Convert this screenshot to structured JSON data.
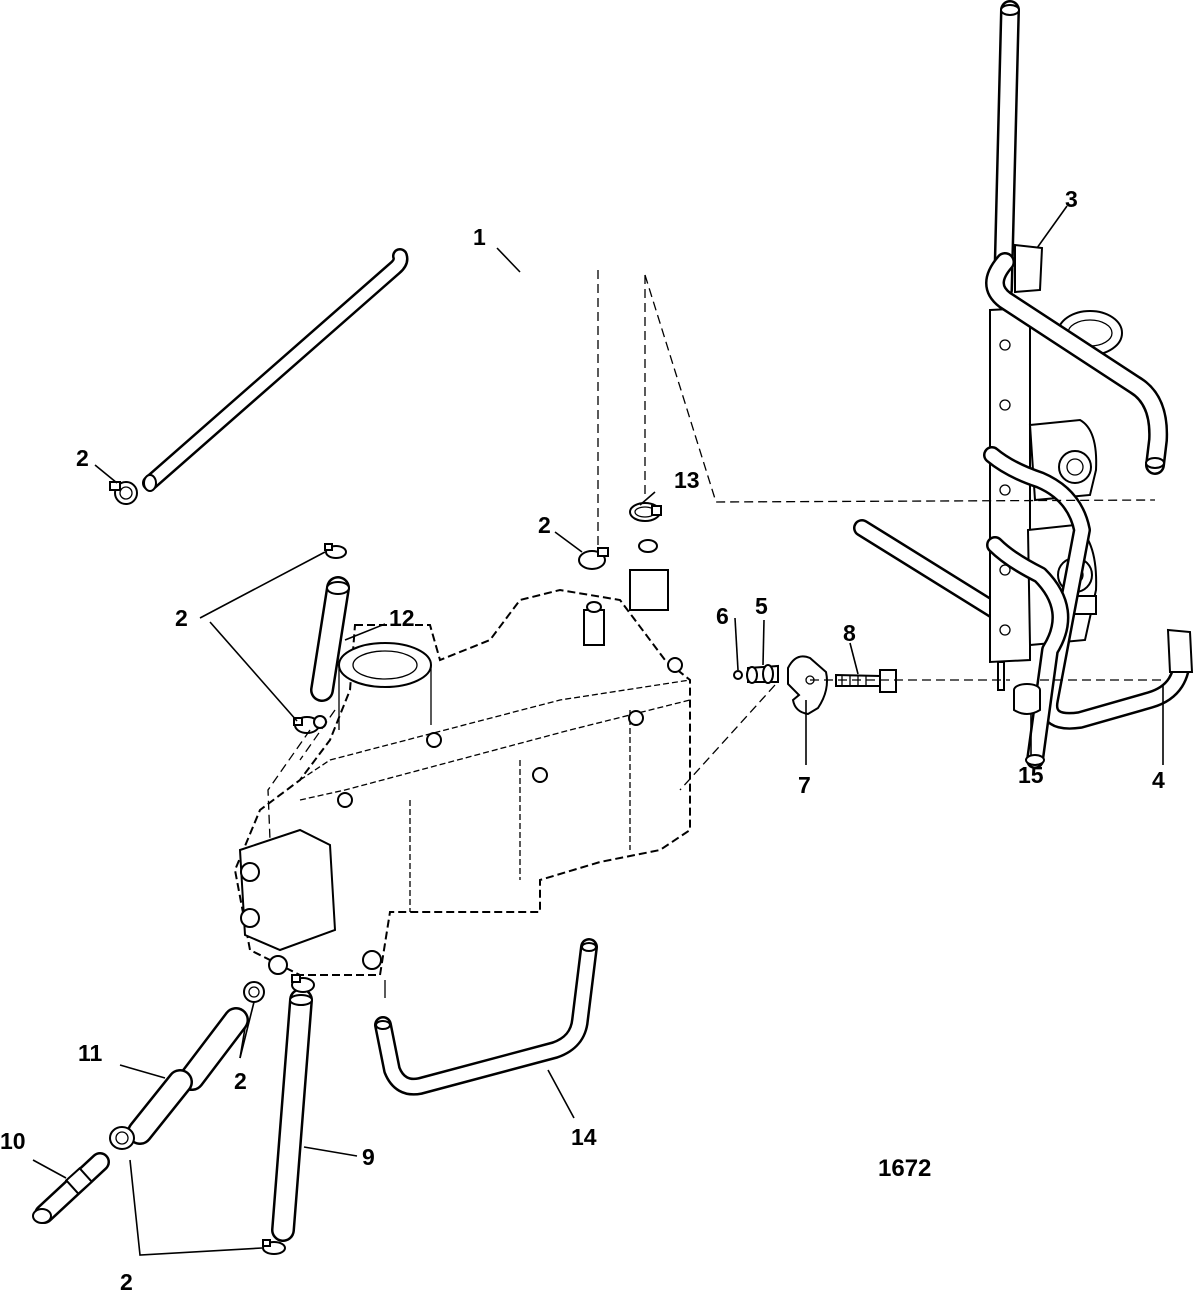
{
  "figure_number": "1672",
  "callouts": {
    "c1": "1",
    "c2a": "2",
    "c2b": "2",
    "c2c": "2",
    "c2d": "2",
    "c2e": "2",
    "c3": "3",
    "c4": "4",
    "c5": "5",
    "c6": "6",
    "c7": "7",
    "c8": "8",
    "c9": "9",
    "c10": "10",
    "c11": "11",
    "c12": "12",
    "c13": "13",
    "c14": "14",
    "c15": "15"
  }
}
